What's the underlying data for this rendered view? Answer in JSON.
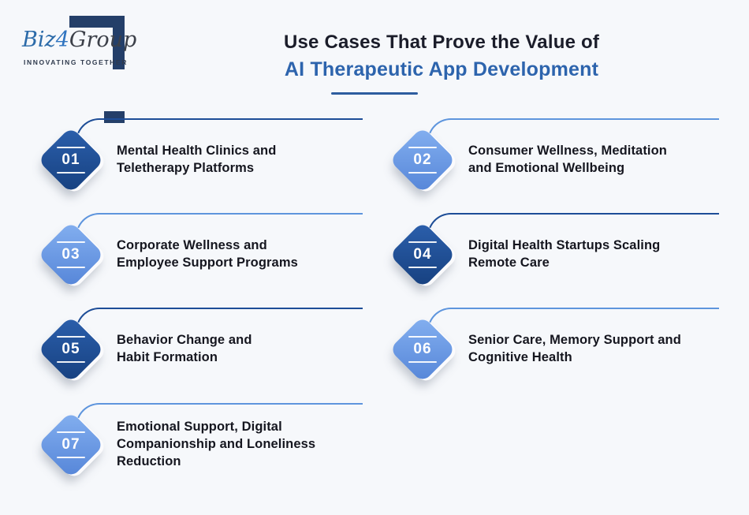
{
  "brand": {
    "name_part1": "Biz",
    "name_part2": "4",
    "name_part3": "Group",
    "tagline": "INNOVATING TOGETHER"
  },
  "header": {
    "title_line1": "Use Cases That Prove the Value of",
    "title_line2": "AI Therapeutic App Development"
  },
  "colors": {
    "background": "#f6f8fb",
    "accent_blue": "#2d64ad",
    "underline": "#2d5d9f",
    "dark_diamond": "#1d4d97",
    "light_diamond": "#649ae4",
    "logo_navy": "#243f69",
    "text_dark": "#15161f"
  },
  "items": [
    {
      "number": "01",
      "variant": "dark",
      "label": "Mental Health Clinics and\nTeletherapy Platforms"
    },
    {
      "number": "02",
      "variant": "light",
      "label": "Consumer Wellness, Meditation\nand Emotional Wellbeing"
    },
    {
      "number": "03",
      "variant": "light",
      "label": "Corporate Wellness and\nEmployee Support Programs"
    },
    {
      "number": "04",
      "variant": "dark",
      "label": "Digital Health Startups Scaling\nRemote Care"
    },
    {
      "number": "05",
      "variant": "dark",
      "label": "Behavior Change and\nHabit Formation"
    },
    {
      "number": "06",
      "variant": "light",
      "label": "Senior Care, Memory Support and\nCognitive Health"
    },
    {
      "number": "07",
      "variant": "light",
      "label": "Emotional Support, Digital\nCompanionship and Loneliness\nReduction"
    }
  ]
}
